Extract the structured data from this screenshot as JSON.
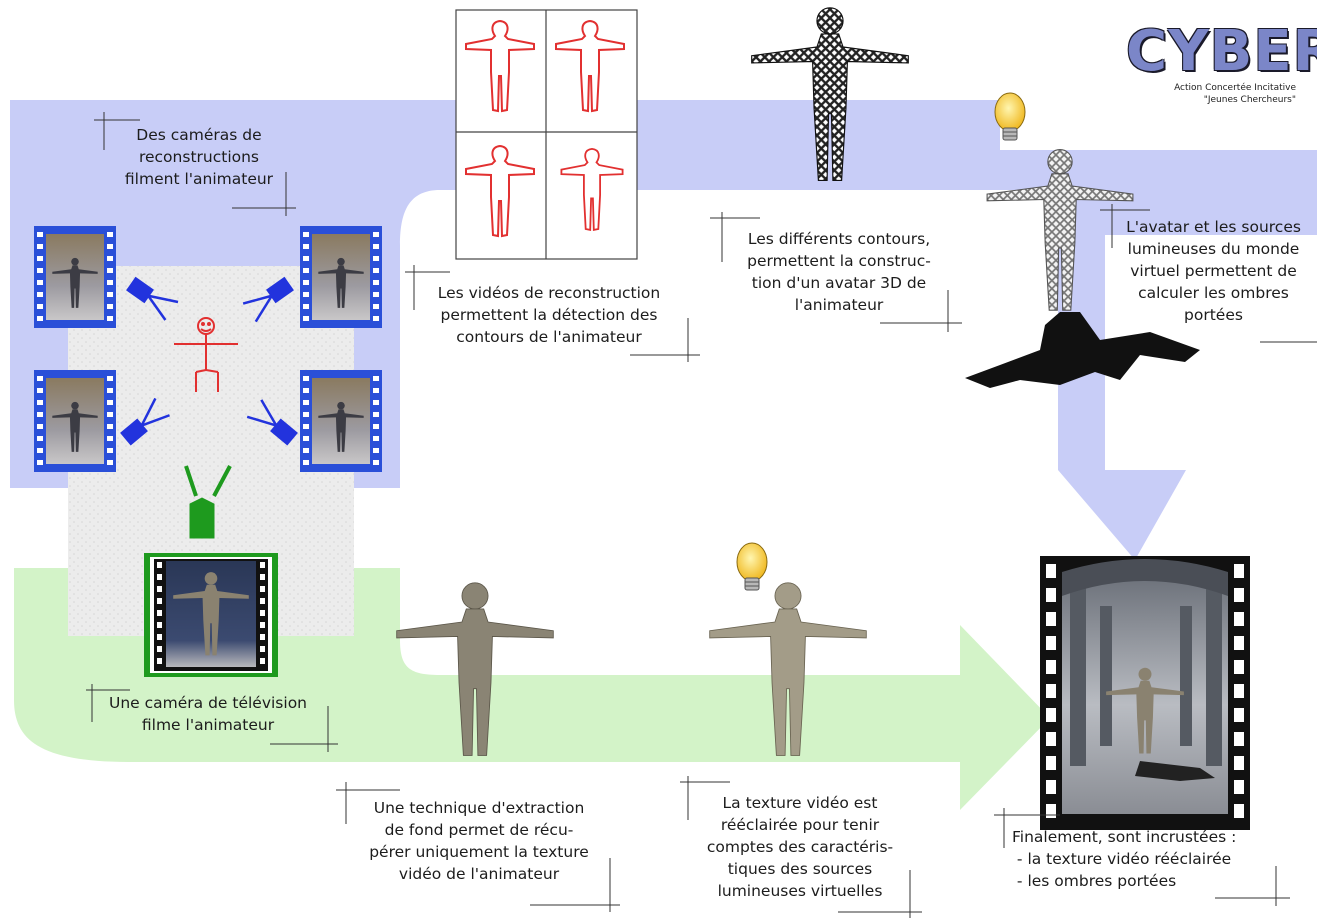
{
  "logo": {
    "title": "CYBER",
    "line1": "Action Concertée Incitative",
    "line2": "\"Jeunes Chercheurs\""
  },
  "captions": {
    "cameras_reconstruction": "Des caméras de\nreconstructions\nfilment l'animateur",
    "videos_reconstruction": "Les vidéos de reconstruction\npermettent la détection des\ncontours de l'animateur",
    "contours": "Les différents contours,\npermettent la construc-\ntion d'un avatar 3D de\nl'animateur",
    "avatar_shadows": "L'avatar et les sources\nlumineuses du monde\nvirtuel permettent de\ncalculer les ombres\nportées",
    "tv_camera": "Une caméra de télévision\nfilme l'animateur",
    "extraction": "Une technique d'extraction\nde fond permet de récu-\npérer uniquement la texture\nvidéo de l'animateur",
    "relighting": "La texture vidéo est\nrééclairée pour tenir\ncomptes des caractéris-\ntiques des sources\nlumineuses virtuelles",
    "final": "Finalement, sont incrustées :\n - la texture vidéo rééclairée\n - les ombres portées"
  },
  "colors": {
    "blue_band": "#c8cdf7",
    "green_band": "#d3f3c8",
    "studio_floor": "#ececec",
    "reconstruction_camera": "#2233dd",
    "tv_camera": "#1e9a1e",
    "contour": "#e23030",
    "bulb": "#f5c832"
  },
  "icons": [
    "reconstruction-camera-icon",
    "tv-camera-icon",
    "stick-figure-icon",
    "light-bulb-icon",
    "film-frame-icon",
    "avatar-mesh-icon"
  ]
}
